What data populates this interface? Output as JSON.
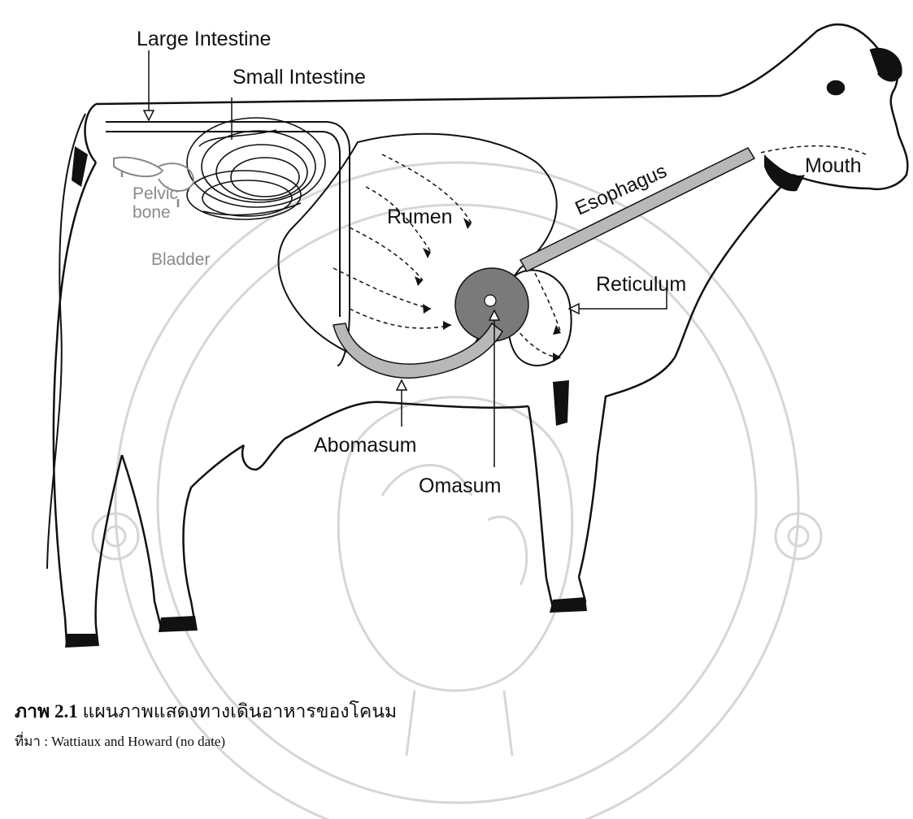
{
  "labels": {
    "large_intestine": "Large Intestine",
    "small_intestine": "Small Intestine",
    "mouth": "Mouth",
    "esophagus": "Esophagus",
    "rumen": "Rumen",
    "reticulum": "Reticulum",
    "pelvic": "Pelvic",
    "bone": "bone",
    "bladder": "Bladder",
    "abomasum": "Abomasum",
    "omasum": "Omasum"
  },
  "caption": {
    "figure_number": "ภาพ 2.1",
    "text": "แผนภาพแสดงทางเดินอาหารของโคนม"
  },
  "source": "ที่มา : Wattiaux and Howard (no date)",
  "colors": {
    "outline": "#111111",
    "shaded_organ": "#b8b8b8",
    "omasum_fill": "#7a7a7a",
    "watermark": "#d4d4d4"
  }
}
